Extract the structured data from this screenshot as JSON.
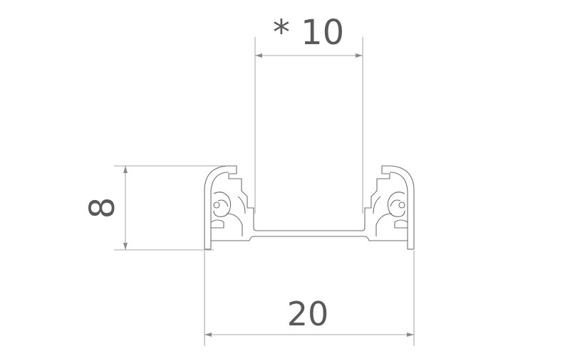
{
  "drawing": {
    "dimensions": {
      "top_width": "* 10",
      "bottom_width": "20",
      "height": "8"
    },
    "colors": {
      "profile_stroke": "#6e6e6e",
      "dimension_line": "#8a8a8a",
      "dimension_text": "#5a5a5a",
      "background": "#ffffff"
    }
  }
}
